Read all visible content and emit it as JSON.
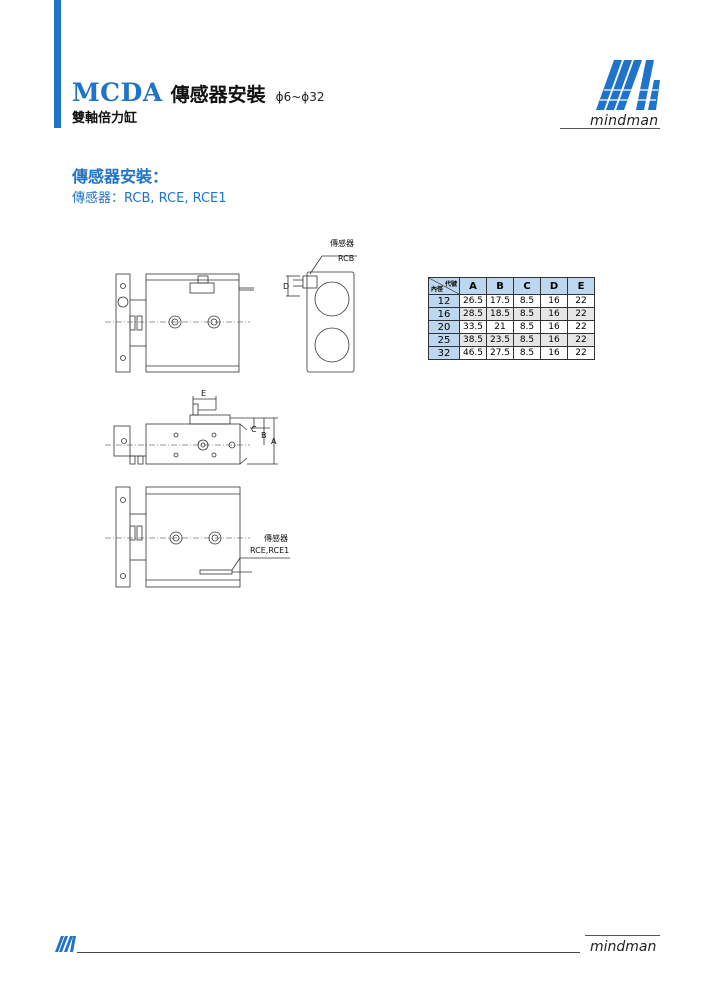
{
  "header": {
    "model": "MCDA",
    "name": "傳感器安裝",
    "range": "ϕ6~ϕ32",
    "subtitle": "雙軸倍力缸",
    "brand": "mindman"
  },
  "section": {
    "title": "傳感器安裝：",
    "subtitle": "傳感器：RCB, RCE, RCE1"
  },
  "drawing_labels": {
    "sensor_top": "傳感器",
    "sensor_top_model": "RCB",
    "sensor_bottom": "傳感器",
    "sensor_bottom_model": "RCE,RCE1",
    "dim_A": "A",
    "dim_B": "B",
    "dim_C": "C",
    "dim_D": "D",
    "dim_E": "E"
  },
  "table": {
    "corner_top": "代號",
    "corner_bottom": "內徑",
    "headers": [
      "A",
      "B",
      "C",
      "D",
      "E"
    ],
    "rows": [
      {
        "bore": "12",
        "A": "26.5",
        "B": "17.5",
        "C": "8.5",
        "D": "16",
        "E": "22"
      },
      {
        "bore": "16",
        "A": "28.5",
        "B": "18.5",
        "C": "8.5",
        "D": "16",
        "E": "22"
      },
      {
        "bore": "20",
        "A": "33.5",
        "B": "21",
        "C": "8.5",
        "D": "16",
        "E": "22"
      },
      {
        "bore": "25",
        "A": "38.5",
        "B": "23.5",
        "C": "8.5",
        "D": "16",
        "E": "22"
      },
      {
        "bore": "32",
        "A": "46.5",
        "B": "27.5",
        "C": "8.5",
        "D": "16",
        "E": "22"
      }
    ]
  },
  "footer": {
    "brand": "mindman"
  },
  "colors": {
    "accent": "#1f73c9",
    "table_header": "#bcd7ef",
    "table_shade": "#e6e6e6"
  }
}
